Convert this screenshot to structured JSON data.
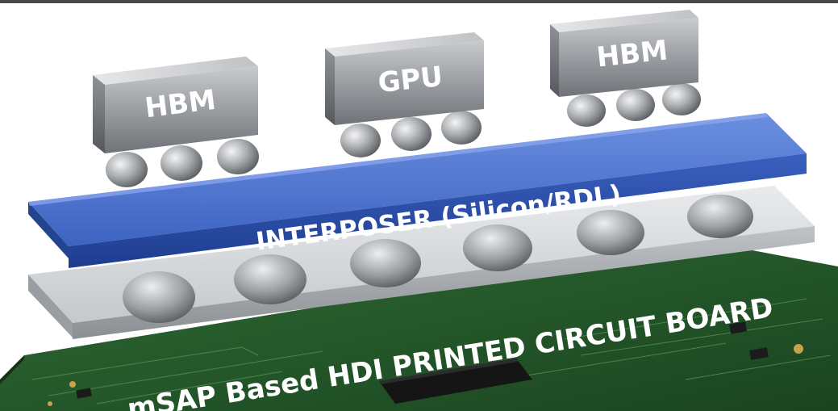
{
  "labels": {
    "hbm_left": "HBM",
    "gpu": "GPU",
    "hbm_right": "HBM",
    "interposer": "INTERPOSER (Silicon/RDL)",
    "pcb": "mSAP Based HDI PRINTED CIRCUIT BOARD"
  },
  "colors": {
    "interposer": "#2f55b0",
    "pcb": "#1f4a22",
    "chip_metal": "#a9abae",
    "substrate": "#cfd2d6",
    "label_text": "#ffffff"
  }
}
